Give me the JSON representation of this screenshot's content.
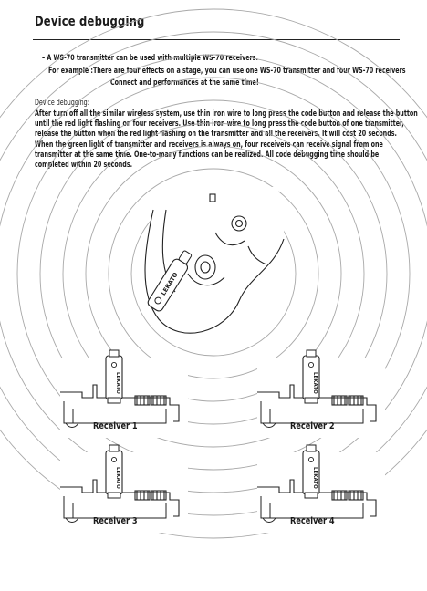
{
  "title": "Device debugging",
  "intro": {
    "line1": "–  A WS-70 transmitter can be used with multiple WS-70 receivers.",
    "line2": "For example :There are four effects on a stage, you can use one WS-70 transmitter and four WS-70 receivers",
    "line3": "Connect and performances at the same time!"
  },
  "procedure": {
    "heading": "Device debugging:",
    "lines": [
      "After turn off all the similar wireless system, use thin iron wire to long press the code button and release the button",
      "until the red light flashing on four receivers. Use thin iron wire to long press the code button of one transmitter,",
      "release the button when the red light flashing on the transmitter and all the receivers. It will cost 20 seconds.",
      "When the green light of transmitter and receivers is always on, four receivers can receive signal from one",
      "transmitter at the same time. One-to-many functions can be realized. All code debugging time should be",
      "completed within 20 seconds."
    ]
  },
  "transmitter": {
    "brand": "LEKATO"
  },
  "receivers": [
    {
      "label": "Receiver 1",
      "brand": "LEKATO"
    },
    {
      "label": "Receiver 2",
      "brand": "LEKATO"
    },
    {
      "label": "Receiver 3",
      "brand": "LEKATO"
    },
    {
      "label": "Receiver 4",
      "brand": "LEKATO"
    }
  ]
}
